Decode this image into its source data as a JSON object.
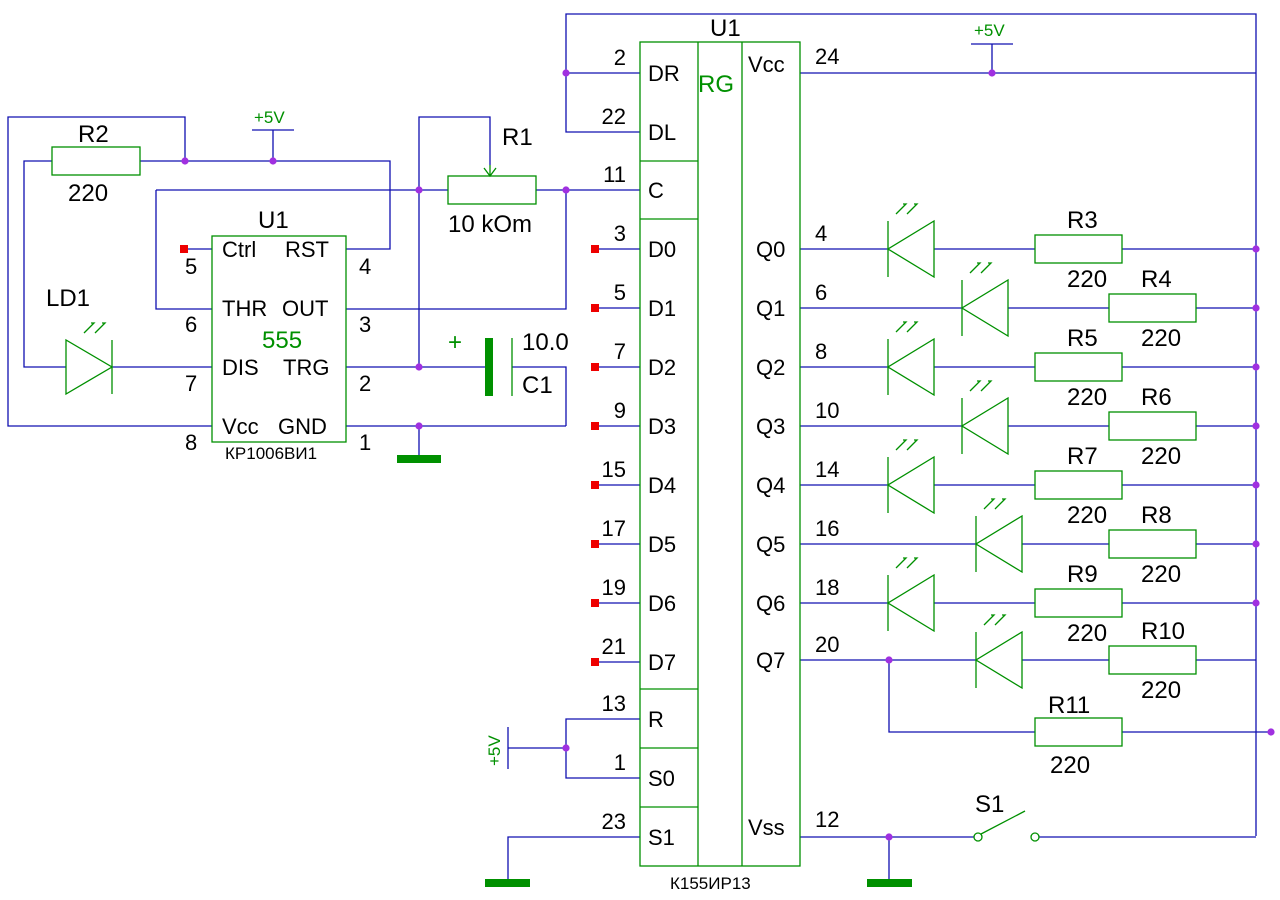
{
  "counter": {
    "ref": "U1",
    "function": "RG",
    "part": "К155ИР13",
    "inputs": [
      {
        "name": "DR",
        "pin": "2"
      },
      {
        "name": "DL",
        "pin": "22"
      },
      {
        "name": "C",
        "pin": "11"
      },
      {
        "name": "D0",
        "pin": "3"
      },
      {
        "name": "D1",
        "pin": "5"
      },
      {
        "name": "D2",
        "pin": "7"
      },
      {
        "name": "D3",
        "pin": "9"
      },
      {
        "name": "D4",
        "pin": "15"
      },
      {
        "name": "D5",
        "pin": "17"
      },
      {
        "name": "D6",
        "pin": "19"
      },
      {
        "name": "D7",
        "pin": "21"
      },
      {
        "name": "R",
        "pin": "13"
      },
      {
        "name": "S0",
        "pin": "1"
      },
      {
        "name": "S1",
        "pin": "23"
      }
    ],
    "vcc": {
      "name": "Vcc",
      "pin": "24"
    },
    "outputs": [
      {
        "name": "Q0",
        "pin": "4"
      },
      {
        "name": "Q1",
        "pin": "6"
      },
      {
        "name": "Q2",
        "pin": "8"
      },
      {
        "name": "Q3",
        "pin": "10"
      },
      {
        "name": "Q4",
        "pin": "14"
      },
      {
        "name": "Q5",
        "pin": "16"
      },
      {
        "name": "Q6",
        "pin": "18"
      },
      {
        "name": "Q7",
        "pin": "20"
      }
    ],
    "vss": {
      "name": "Vss",
      "pin": "12"
    }
  },
  "timer": {
    "ref": "U1",
    "function": "555",
    "part": "КР1006ВИ1",
    "pins": {
      "ctrl": {
        "name": "Ctrl",
        "pin": "5"
      },
      "rst": {
        "name": "RST",
        "pin": "4"
      },
      "thr": {
        "name": "THR",
        "pin": "6"
      },
      "out": {
        "name": "OUT",
        "pin": "3"
      },
      "dis": {
        "name": "DIS",
        "pin": "7"
      },
      "trg": {
        "name": "TRG",
        "pin": "2"
      },
      "vcc": {
        "name": "Vcc",
        "pin": "8"
      },
      "gnd": {
        "name": "GND",
        "pin": "1"
      }
    }
  },
  "parts": {
    "r1": {
      "ref": "R1",
      "value": "10 kOm"
    },
    "r2": {
      "ref": "R2",
      "value": "220"
    },
    "c1": {
      "ref": "C1",
      "value": "10.0",
      "polarity": "+"
    },
    "ld1": {
      "ref": "LD1"
    },
    "s1": {
      "ref": "S1"
    }
  },
  "out_resistors": [
    {
      "ref": "R3",
      "value": "220"
    },
    {
      "ref": "R4",
      "value": "220"
    },
    {
      "ref": "R5",
      "value": "220"
    },
    {
      "ref": "R6",
      "value": "220"
    },
    {
      "ref": "R7",
      "value": "220"
    },
    {
      "ref": "R8",
      "value": "220"
    },
    {
      "ref": "R9",
      "value": "220"
    },
    {
      "ref": "R10",
      "value": "220"
    }
  ],
  "r11": {
    "ref": "R11",
    "value": "220"
  },
  "power": {
    "plus5": "+5V"
  },
  "colors": {
    "wire": "#1010b0",
    "component": "#009000",
    "junction": "#a030e0",
    "unconnected": "#ee0000"
  }
}
